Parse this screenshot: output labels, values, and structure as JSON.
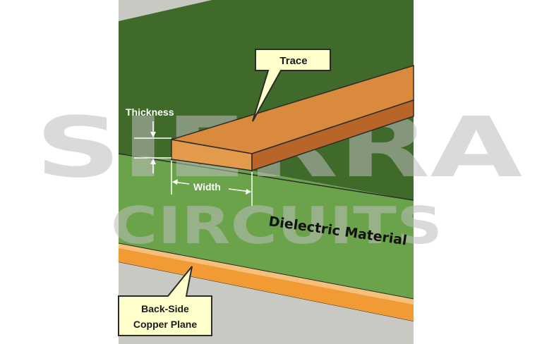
{
  "labels": {
    "trace": "Trace",
    "thickness": "Thickness",
    "width": "Width",
    "dielectric": "Dielectric Material",
    "backside_line1": "Back-Side",
    "backside_line2": "Copper Plane"
  },
  "watermark": {
    "line1": "SIERRA",
    "line2": "CIRCUITS"
  },
  "colors": {
    "dark_green": "#3f6a2a",
    "light_green": "#6aa34a",
    "trace_top": "#d98a3c",
    "trace_side": "#b8652a",
    "copper_plane": "#f29a34",
    "callout_fill": "#ffffcc",
    "outline": "#2b2b2b",
    "watermark": "#bdbdbd"
  }
}
